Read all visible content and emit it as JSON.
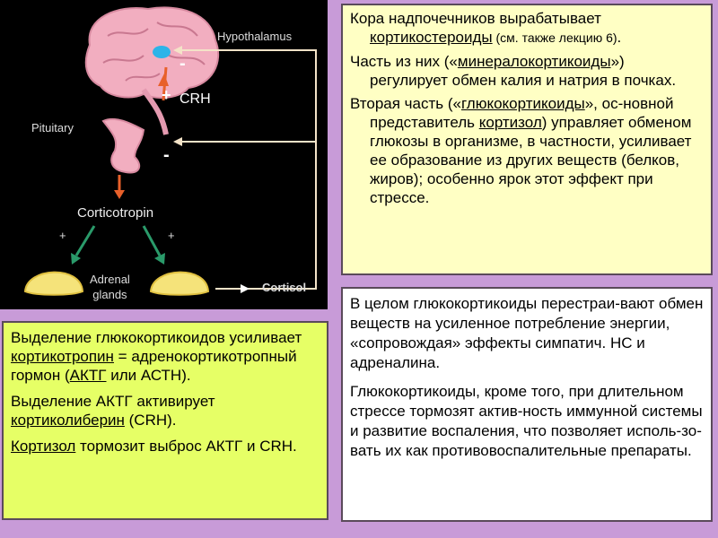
{
  "diagram": {
    "hypothalamus": "Hypothalamus",
    "pituitary": "Pituitary",
    "crh": "CRH",
    "plus": "+",
    "minus": "-",
    "corticotropin": "Corticotropin",
    "adrenal_glands": "Adrenal\nglands",
    "cortisol": "Cortisol"
  },
  "top_box": {
    "p1_a": "Кора надпочечников вырабатывает ",
    "p1_link": "кортикостероиды",
    "p1_small": " (см. также лекцию 6)",
    "p1_end": ".",
    "p2_a": "Часть из них («",
    "p2_link": "минералокортикоиды",
    "p2_b": "») регулирует обмен калия и натрия в почках.",
    "p3_a": "Вторая часть («",
    "p3_link": "глюкокортикоиды",
    "p3_b": "», ос-новной представитель ",
    "p3_link2": "кортизол",
    "p3_c": ") управляет обменом глюкозы в организме, в частности, усиливает ее образование из других веществ (белков, жиров); особенно ярок этот эффект при стрессе."
  },
  "right_box": {
    "p1": "В целом глюкокортикоиды перестраи-вают обмен веществ на усиленное потребление энергии, «сопровождая» эффекты симпатич. НС и адреналина.",
    "p2": "Глюкокортикоиды, кроме того, при длительном стрессе тормозят актив-ность иммунной системы и развитие воспаления, что позволяет исполь-зо-вать их как противовоспалительные препараты."
  },
  "left_box": {
    "p1_a": "Выделение глюкокортикоидов усиливает ",
    "p1_link": "кортикотропин",
    "p1_b": " = адренокортикотропный гормон (",
    "p1_link2": "АКТГ",
    "p1_c": " или АСТН).",
    "p2_a": "Выделение АКТГ активирует ",
    "p2_link": "кортиколиберин",
    "p2_b": " (CRH).",
    "p3_link": "Кортизол",
    "p3_b": " тормозит выброс АКТГ и CRH."
  },
  "colors": {
    "background": "#c89bd8",
    "top_box": "#ffffc4",
    "left_box": "#e6ff66",
    "right_box": "#ffffff",
    "brain": "#f2aec0",
    "hypothalamus": "#2db4e8",
    "adrenal": "#f5e37a",
    "arrow_orange": "#e8602a",
    "arrow_green": "#2a9a6a"
  }
}
